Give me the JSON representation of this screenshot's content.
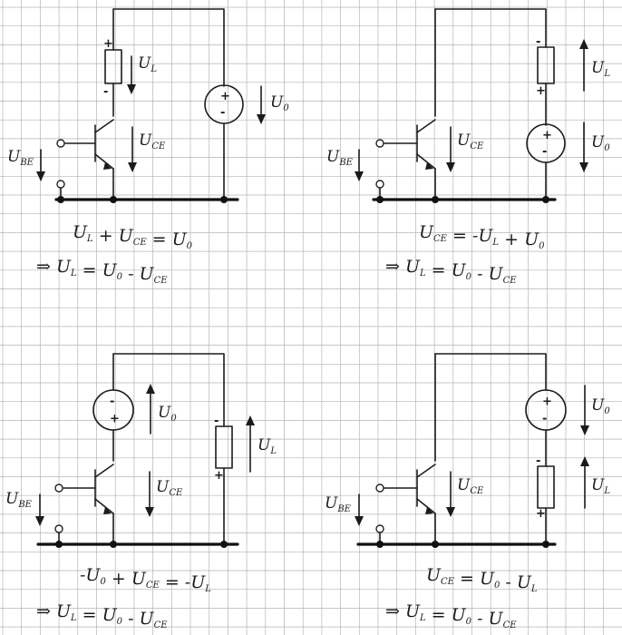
{
  "symbols": {
    "plus": "+",
    "minus": "-",
    "U": "U",
    "sub_L": "L",
    "sub_CE": "CE",
    "sub_BE": "BE",
    "sub_0": "0"
  },
  "panels": [
    {
      "equations": [
        "U_L + U_CE = U_0",
        "=> U_L = U_0 - U_CE"
      ]
    },
    {
      "equations": [
        "U_CE = -U_L + U_0",
        "=> U_L = U_0 - U_CE"
      ]
    },
    {
      "equations": [
        "-U_0 + U_CE = -U_L",
        "=> U_L = U_0 - U_CE"
      ]
    },
    {
      "equations": [
        "U_CE = U_0 - U_L",
        "=> U_L = U_0 - U_CE"
      ]
    }
  ],
  "colors": {
    "ink": "#1b1b1b",
    "grid": "#b5b5b5",
    "paper": "#ffffff"
  }
}
